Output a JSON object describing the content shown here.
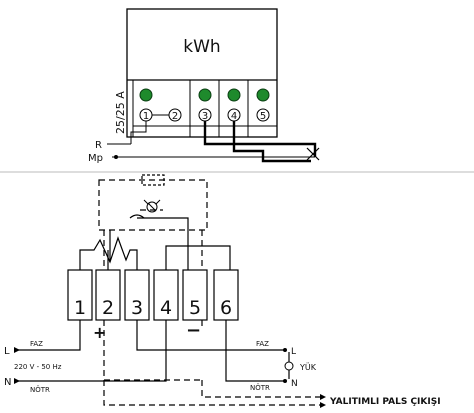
{
  "top": {
    "display_label": "kWh",
    "rating_label": "25/25 A",
    "terminals": [
      "1",
      "2",
      "3",
      "4",
      "5"
    ],
    "r_label": "R",
    "mp_label": "Mp",
    "led_color": "#1e8a2c"
  },
  "bottom": {
    "terminals": [
      "1",
      "2",
      "3",
      "4",
      "5",
      "6"
    ],
    "plus_sign": "+",
    "minus_sign": "−",
    "l_left": "L",
    "n_left": "N",
    "faz_left": "FAZ",
    "notr_left": "NÖTR",
    "voltage_label": "220 V - 50 Hz",
    "faz_right": "FAZ",
    "notr_right": "NÖTR",
    "l_right": "L",
    "n_right": "N",
    "yuk_label": "YÜK",
    "pulse_label": "YALITIMLI PALS ÇIKIŞI"
  }
}
